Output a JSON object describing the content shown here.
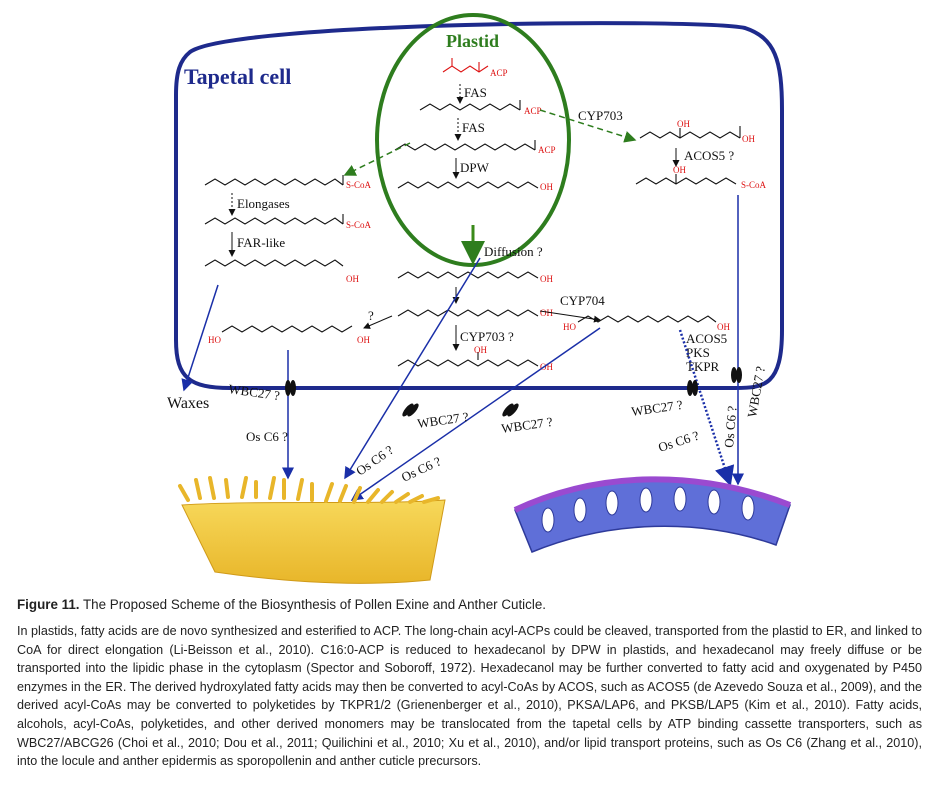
{
  "figure": {
    "labels": {
      "tapetal_cell": "Tapetal cell",
      "plastid": "Plastid",
      "acp": "ACP",
      "fas1": "FAS",
      "fas2": "FAS",
      "acp2": "ACP",
      "acp3": "ACP",
      "dpw": "DPW",
      "oh_plastid": "OH",
      "cyp703_top": "CYP703",
      "oh_top1": "OH",
      "oh_top2": "OH",
      "acos5_q": "ACOS5 ?",
      "oh_top3": "OH",
      "scoa_right": "S-CoA",
      "scoa1": "S-CoA",
      "elongases": "Elongases",
      "scoa2": "S-CoA",
      "far_like": "FAR-like",
      "oh_far": "OH",
      "diffusion": "Diffusion ?",
      "oh_c1": "OH",
      "oh_c2": "OH",
      "cyp704": "CYP704",
      "ho_c704": "HO",
      "oh_c704": "OH",
      "ho_left": "HO",
      "oh_left": "OH",
      "question": "?",
      "cyp703_q": "CYP703 ?",
      "oh_c3a": "OH",
      "oh_c3b": "OH",
      "acos5": "ACOS5",
      "pks": "PKS",
      "tkpr": "TKPR",
      "waxes": "Waxes",
      "wbc27_1": "WBC27 ?",
      "wbc27_2": "WBC27 ?",
      "wbc27_3": "WBC27 ?",
      "wbc27_4": "WBC27 ?",
      "wbc27_5": "WBC27 ?",
      "osc6_1": "Os C6 ?",
      "osc6_2": "Os C6 ?",
      "osc6_3": "Os C6 ?",
      "osc6_4": "Os C6 ?",
      "osc6_5": "Os C6 ?"
    },
    "colors": {
      "membrane": "#1e2a8c",
      "plastid_border": "#2e7d1e",
      "arrow_blue": "#1a2fa8",
      "green_arrow": "#3a8a1a",
      "red": "#d11111",
      "pollen_fill": "#f2c534",
      "cuticle_fill": "#5f6fd8"
    }
  },
  "caption": {
    "label": "Figure 11.",
    "title": "The Proposed Scheme of the Biosynthesis of Pollen Exine and Anther Cuticle.",
    "body": "In plastids, fatty acids are de novo synthesized and esterified to ACP. The long-chain acyl-ACPs could be cleaved, transported from the plastid to ER, and linked to CoA for direct elongation (Li-Beisson et al., 2010). C16:0-ACP is reduced to hexadecanol by DPW in plastids, and hexadecanol may freely diffuse or be transported into the lipidic phase in the cytoplasm (Spector and Soboroff, 1972). Hexadecanol may be further converted to fatty acid and oxygenated by P450 enzymes in the ER. The derived hydroxylated fatty acids may then be converted to acyl-CoAs by ACOS, such as ACOS5 (de Azevedo Souza et al., 2009), and the derived acyl-CoAs may be converted to polyketides by TKPR1/2 (Grienenberger et al., 2010), PKSA/LAP6, and PKSB/LAP5 (Kim et al., 2010). Fatty acids, alcohols, acyl-CoAs, polyketides, and other derived monomers may be translocated from the tapetal cells by ATP binding cassette transporters, such as WBC27/ABCG26 (Choi et al., 2010; Dou et al., 2011; Quilichini et al., 2010; Xu et al., 2010), and/or lipid transport proteins, such as Os C6 (Zhang et al., 2010), into the locule and anther epidermis as sporopollenin and anther cuticle precursors."
  }
}
